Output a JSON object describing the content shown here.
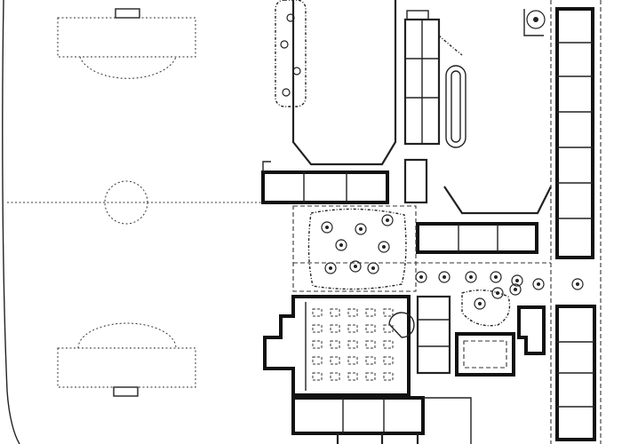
{
  "plan": {
    "kind": "site-plan",
    "colors": {
      "ink": "#222222",
      "background": "#ffffff"
    },
    "features": [
      "playing-field",
      "school-buildings",
      "courtyard-garden",
      "assembly-hall",
      "tree-plantings"
    ]
  }
}
